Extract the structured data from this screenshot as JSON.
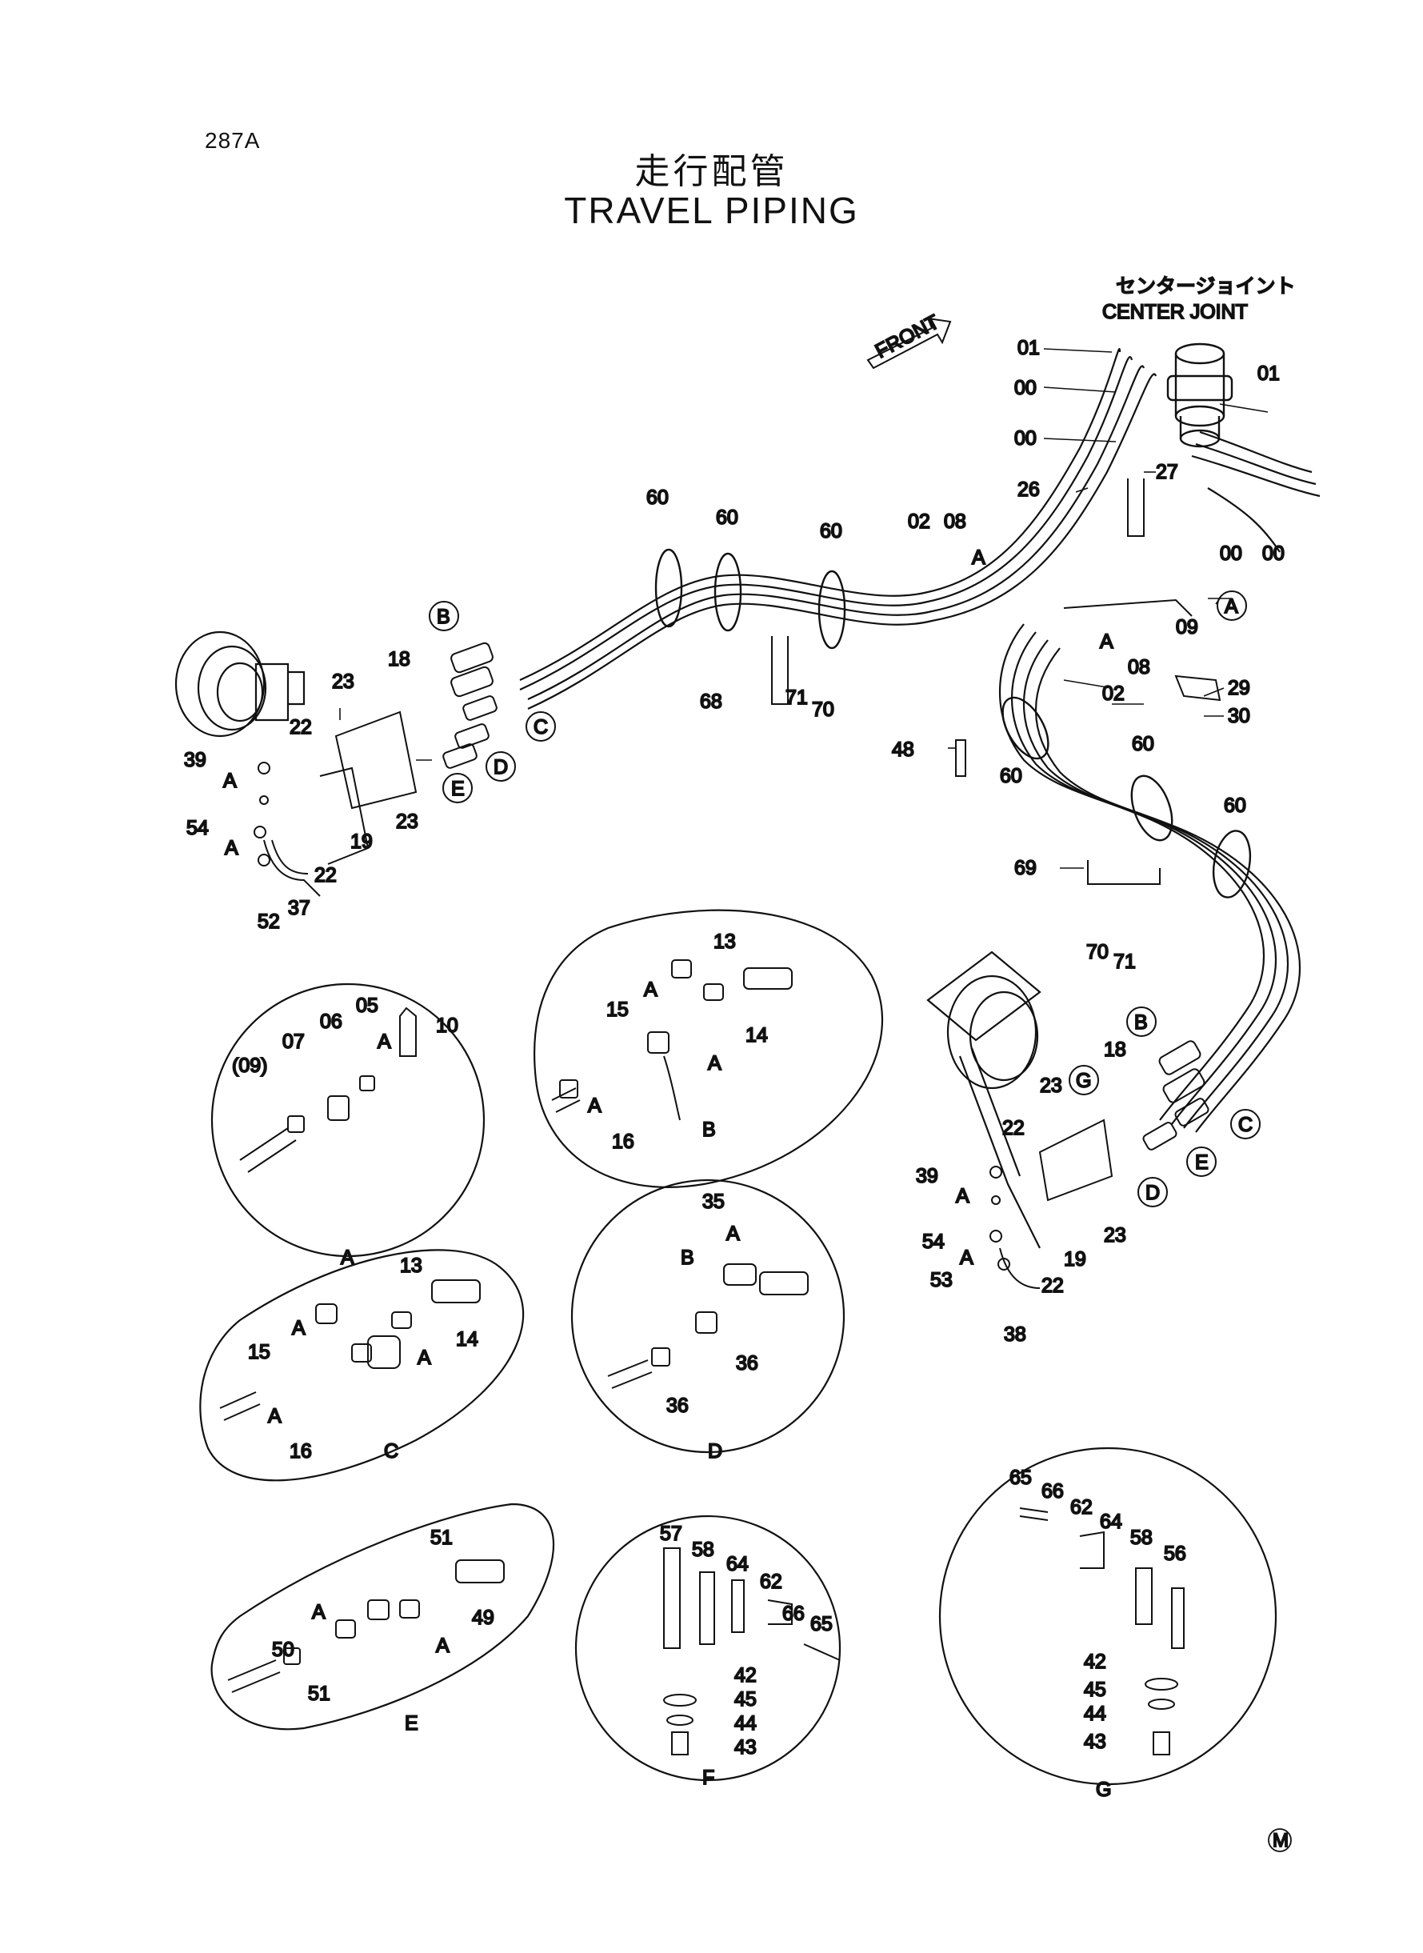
{
  "header": {
    "page_number": "287A",
    "title_jp": "走行配管",
    "title_en": "TRAVEL PIPING"
  },
  "center_joint": {
    "label_jp": "センタージョイント",
    "label_en": "CENTER JOINT"
  },
  "front_arrow": "FRONT",
  "main_parts": {
    "p01_a": "01",
    "p00_a": "00",
    "p00_b": "00",
    "p01_b": "01",
    "p00_c": "00",
    "p00_d": "00",
    "p26": "26",
    "p27": "27",
    "p02_a": "02",
    "p08_a": "08",
    "pA_a": "A",
    "pA_b": "A",
    "p09": "09",
    "pA_c": "A",
    "p08_b": "08",
    "p02_b": "02",
    "p29": "29",
    "p30": "30",
    "p60_1": "60",
    "p60_2": "60",
    "p60_3": "60",
    "p60_4": "60",
    "p60_5": "60",
    "p60_6": "60",
    "p68": "68",
    "p71_a": "71",
    "p70_a": "70",
    "p48": "48",
    "p69": "69",
    "p70_b": "70",
    "p71_b": "71",
    "L_B": "B",
    "L_C": "C",
    "L_D": "D",
    "L_E": "E",
    "L_18": "18",
    "L_23a": "23",
    "L_22a": "22",
    "L_39": "39",
    "L_A1": "A",
    "L_54": "54",
    "L_A2": "A",
    "L_19": "19",
    "L_23b": "23",
    "L_22b": "22",
    "L_52": "52",
    "L_37": "37",
    "R_B": "B",
    "R_G": "G",
    "R_C": "C",
    "R_E": "E",
    "R_D": "D",
    "R_18": "18",
    "R_23a": "23",
    "R_22a": "22",
    "R_39": "39",
    "R_A1": "A",
    "R_54": "54",
    "R_A2": "A",
    "R_53": "53",
    "R_38": "38",
    "R_19": "19",
    "R_22b": "22",
    "R_23b": "23"
  },
  "details": {
    "A": {
      "caption": "A",
      "parts": {
        "p09": "(09)",
        "p07": "07",
        "p06": "06",
        "p05": "05",
        "pA": "A",
        "p10": "10"
      }
    },
    "B": {
      "caption": "B",
      "parts": {
        "p13": "13",
        "p15": "15",
        "pA1": "A",
        "p14": "14",
        "pA2": "A",
        "pA3": "A",
        "p16": "16"
      }
    },
    "C": {
      "caption": "C",
      "parts": {
        "p13": "13",
        "p15": "15",
        "pA1": "A",
        "p14": "14",
        "pA2": "A",
        "pA3": "A",
        "p16": "16"
      }
    },
    "D": {
      "caption": "D",
      "parts": {
        "p35": "35",
        "pB": "B",
        "pA": "A",
        "p36a": "36",
        "p36b": "36"
      }
    },
    "E": {
      "caption": "E",
      "parts": {
        "p51a": "51",
        "pA1": "A",
        "p49": "49",
        "p50": "50",
        "pA2": "A",
        "p51b": "51"
      }
    },
    "F": {
      "caption": "F",
      "parts": {
        "p57": "57",
        "p58": "58",
        "p64": "64",
        "p62": "62",
        "p66": "66",
        "p65": "65",
        "p42": "42",
        "p45": "45",
        "p44": "44",
        "p43": "43"
      }
    },
    "G": {
      "caption": "G",
      "parts": {
        "p65": "65",
        "p66": "66",
        "p62": "62",
        "p64": "64",
        "p58": "58",
        "p56": "56",
        "p42": "42",
        "p45": "45",
        "p44": "44",
        "p43": "43"
      }
    }
  },
  "footer_mark": "M"
}
